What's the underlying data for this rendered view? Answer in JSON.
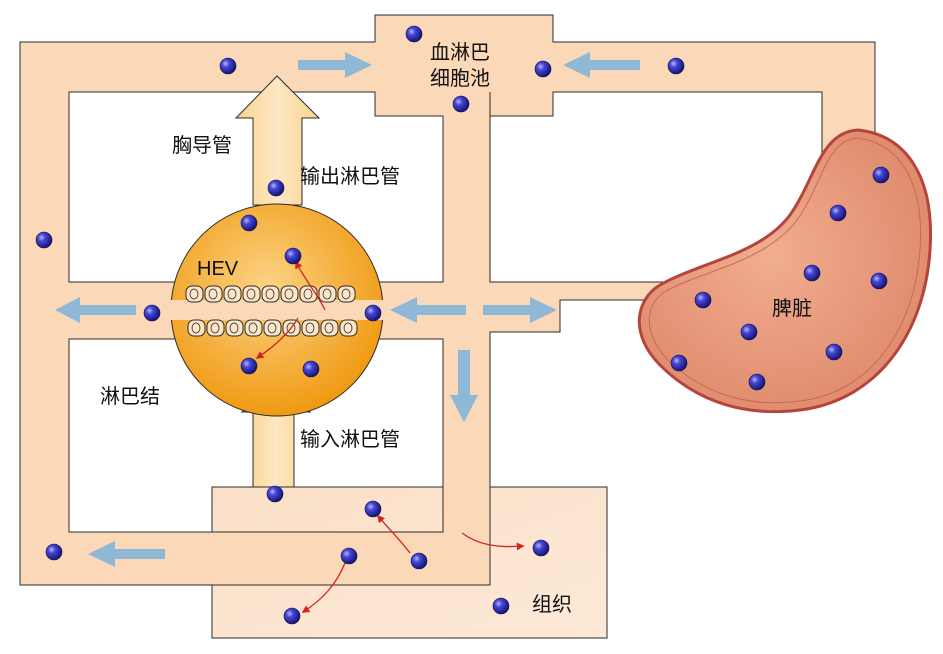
{
  "labels": {
    "blood_pool_line1": "血淋巴",
    "blood_pool_line2": "细胞池",
    "thoracic_duct": "胸导管",
    "efferent_lymphatic": "输出淋巴管",
    "hev": "HEV",
    "lymph_node": "淋巴结",
    "afferent_lymphatic": "输入淋巴管",
    "spleen": "脾脏",
    "tissue": "组织"
  },
  "colors": {
    "vessel_fill": "#fbd9b8",
    "vessel_stroke": "#2b2b2b",
    "node_fill": "#f5a623",
    "spleen_fill": "#e79a7c",
    "spleen_stroke": "#b6443d",
    "flow_arrow": "#8fb7d6",
    "cell": "#2b2bb5",
    "migration_arrow": "#d4241c"
  }
}
